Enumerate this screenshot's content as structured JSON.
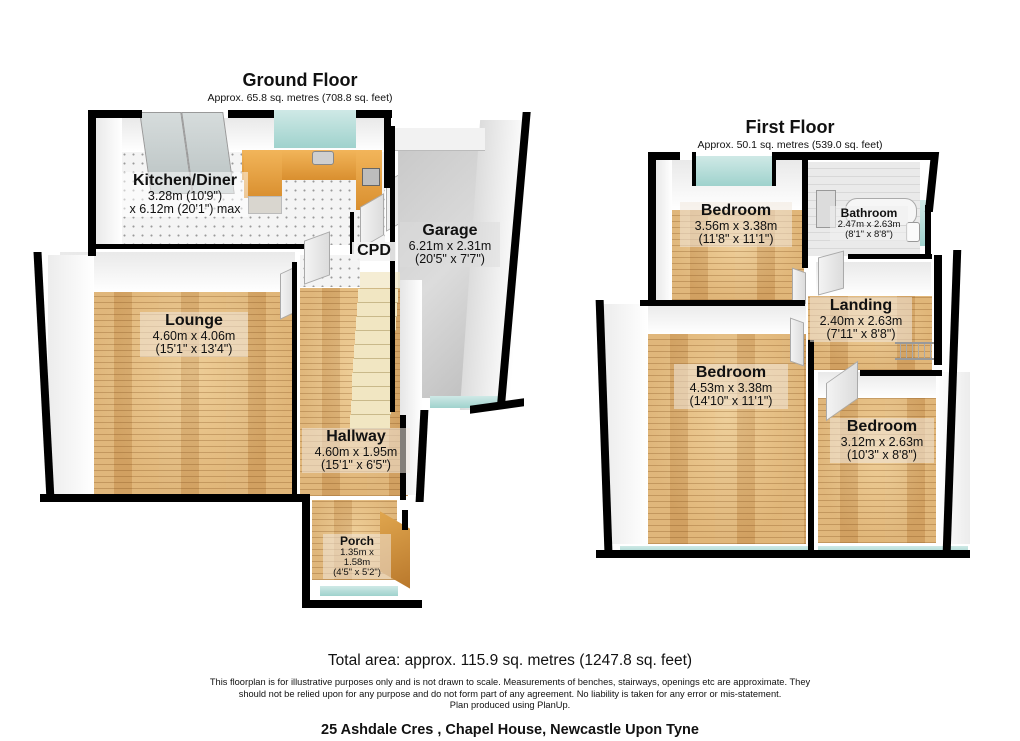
{
  "ground_floor": {
    "title": "Ground Floor",
    "area": "Approx. 65.8 sq. metres (708.8 sq. feet)",
    "rooms": [
      {
        "name": "Kitchen/Diner",
        "dim1": "3.28m (10'9\")",
        "dim2": "x 6.12m (20'1\") max"
      },
      {
        "name": "Garage",
        "dim1": "6.21m x 2.31m",
        "dim2": "(20'5\" x 7'7\")"
      },
      {
        "name": "CPD"
      },
      {
        "name": "Lounge",
        "dim1": "4.60m x 4.06m",
        "dim2": "(15'1\" x 13'4\")"
      },
      {
        "name": "Hallway",
        "dim1": "4.60m x 1.95m",
        "dim2": "(15'1\" x 6'5\")"
      },
      {
        "name": "Porch",
        "dim1": "1.35m x 1.58m",
        "dim2": "(4'5\" x 5'2\")"
      }
    ]
  },
  "first_floor": {
    "title": "First Floor",
    "area": "Approx. 50.1 sq. metres (539.0 sq. feet)",
    "rooms": [
      {
        "name": "Bedroom",
        "dim1": "3.56m x 3.38m",
        "dim2": "(11'8\" x 11'1\")"
      },
      {
        "name": "Bathroom",
        "dim1": "2.47m x 2.63m",
        "dim2": "(8'1\" x 8'8\")"
      },
      {
        "name": "Landing",
        "dim1": "2.40m x 2.63m",
        "dim2": "(7'11\" x 8'8\")"
      },
      {
        "name": "Bedroom",
        "dim1": "4.53m x 3.38m",
        "dim2": "(14'10\" x 11'1\")"
      },
      {
        "name": "Bedroom",
        "dim1": "3.12m x 2.63m",
        "dim2": "(10'3\" x 8'8\")"
      }
    ]
  },
  "footer": {
    "total_area": "Total area: approx. 115.9 sq. metres (1247.8 sq. feet)",
    "disclaimer_line1": "This floorplan is for illustrative purposes only and is not drawn to scale. Measurements of benches, stairways, openings etc are approximate. They",
    "disclaimer_line2": "should not be relied upon for any purpose and do not form part of any agreement. No liability is taken for any error or mis-statement.",
    "disclaimer_line3": "Plan produced using PlanUp.",
    "address": "25 Ashdale Cres , Chapel House, Newcastle Upon Tyne"
  },
  "colors": {
    "wall": "#000000",
    "wood_floor": "#d9aa6a",
    "worktop": "#e8a247",
    "glass": "#a9d8d3",
    "garage_floor": "#cfcfcf"
  }
}
